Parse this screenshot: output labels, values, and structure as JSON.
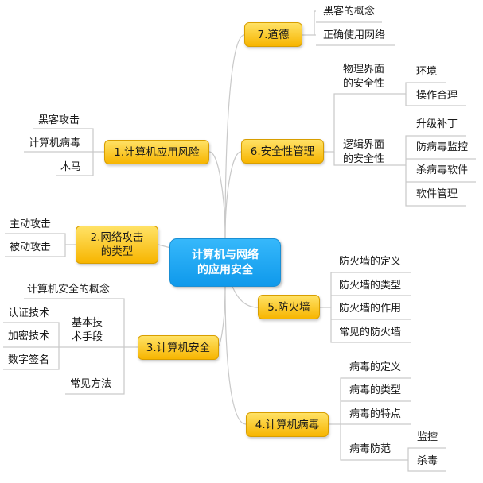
{
  "central": {
    "line1": "计算机与网络",
    "line2": "的应用安全"
  },
  "left": {
    "risk": {
      "label": "1.计算机应用风险",
      "items": [
        "黑客攻击",
        "计算机病毒",
        "木马"
      ]
    },
    "attack": {
      "line1": "2.网络攻击",
      "line2": "的类型",
      "items": [
        "主动攻击",
        "被动攻击"
      ]
    },
    "security": {
      "label": "3.计算机安全",
      "concept": "计算机安全的概念",
      "tech": {
        "line1": "基本技",
        "line2": "术手段",
        "items": [
          "认证技术",
          "加密技术",
          "数字签名"
        ]
      },
      "methods": "常见方法"
    }
  },
  "right": {
    "ethics": {
      "label": "7.道德",
      "items": [
        "黑客的概念",
        "正确使用网络"
      ]
    },
    "mgmt": {
      "label": "6.安全性管理",
      "physical": {
        "line1": "物理界面",
        "line2": "的安全性",
        "items": [
          "环境",
          "操作合理"
        ]
      },
      "logical": {
        "line1": "逻辑界面",
        "line2": "的安全性",
        "items": [
          "升级补丁",
          "防病毒监控",
          "杀病毒软件",
          "软件管理"
        ]
      }
    },
    "firewall": {
      "label": "5.防火墙",
      "items": [
        "防火墙的定义",
        "防火墙的类型",
        "防火墙的作用",
        "常见的防火墙"
      ]
    },
    "virus": {
      "label": "4.计算机病毒",
      "items": [
        "病毒的定义",
        "病毒的类型",
        "病毒的特点"
      ],
      "prevention": {
        "label": "病毒防范",
        "items": [
          "监控",
          "杀毒"
        ]
      }
    }
  }
}
